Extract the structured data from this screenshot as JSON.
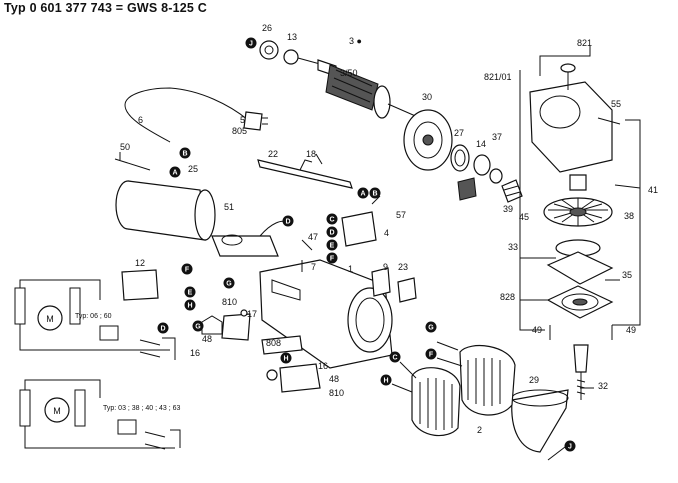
{
  "title": "Typ 0 601 377 743 = GWS 8-125 C",
  "labels": {
    "p26": "26",
    "p13": "13",
    "p3": "3 ●",
    "p350": "3/50",
    "p5": "5",
    "p805": "805",
    "p6": "6",
    "p50": "50",
    "p25": "25",
    "p18": "18",
    "p22": "22",
    "p30": "30",
    "p27": "27",
    "p14": "14",
    "p37": "37",
    "p39": "39",
    "p45": "45",
    "p821": "821",
    "p82101": "821/01",
    "p55": "55",
    "p41": "41",
    "p38": "38",
    "p33": "33",
    "p35": "35",
    "p828": "828",
    "p49a": "49",
    "p49b": "49",
    "p32": "32",
    "p51": "51",
    "p57": "57",
    "p4": "4",
    "p47": "47",
    "p7": "7",
    "p1": "1",
    "p9": "9",
    "p23": "23",
    "p12": "12",
    "p810a": "810",
    "p17": "17",
    "p48a": "48",
    "p16a": "16",
    "p808": "808",
    "p16b": "16",
    "p48b": "48",
    "p810b": "810",
    "p29": "29",
    "p2": "2"
  },
  "circles": {
    "J1": "J",
    "A1": "A",
    "B1": "B",
    "B2": "B",
    "A2": "A",
    "D1": "D",
    "C1": "C",
    "D2": "D",
    "E1": "E",
    "F1": "F",
    "F2": "F",
    "G1": "G",
    "E2": "E",
    "H1": "H",
    "D3": "D",
    "G2": "G",
    "H2": "H",
    "G3": "G",
    "F3": "F",
    "C2": "C",
    "H3": "H",
    "J2": "J"
  },
  "schematic": {
    "motor_label": "M",
    "typ1": "Typ: 06 ; 60",
    "typ2": "Typ: 03 ; 38 ; 40 ; 43 ; 63"
  }
}
